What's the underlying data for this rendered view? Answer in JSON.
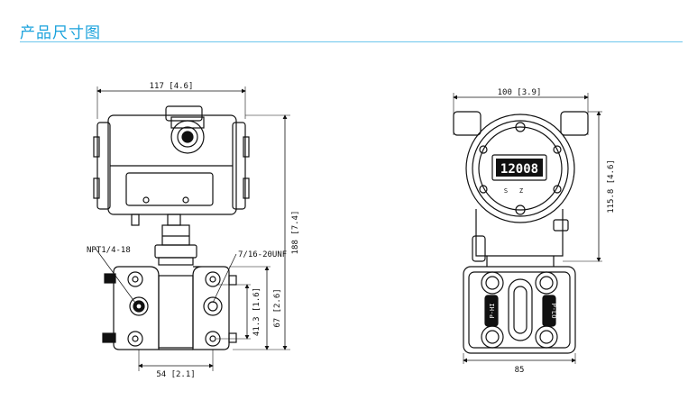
{
  "page": {
    "title": "产品尺寸图"
  },
  "left_view": {
    "dim_width": "117 [4.6]",
    "dim_height": "188 [7.4]",
    "dim_flange": "67 [2.6]",
    "dim_ports": "41.3 [1.6]",
    "dim_base": "54 [2.1]",
    "label_npt": "NPT1/4-18",
    "label_unf": "7/16-20UNF"
  },
  "right_view": {
    "dim_width": "100 [3.9]",
    "dim_height": "115.8 [4.6]",
    "dim_base": "85",
    "lcd_reading": "12008",
    "button_labels": [
      "S",
      "Z"
    ],
    "flange_label_left": "P-HI",
    "flange_label_right": "P-LO"
  }
}
